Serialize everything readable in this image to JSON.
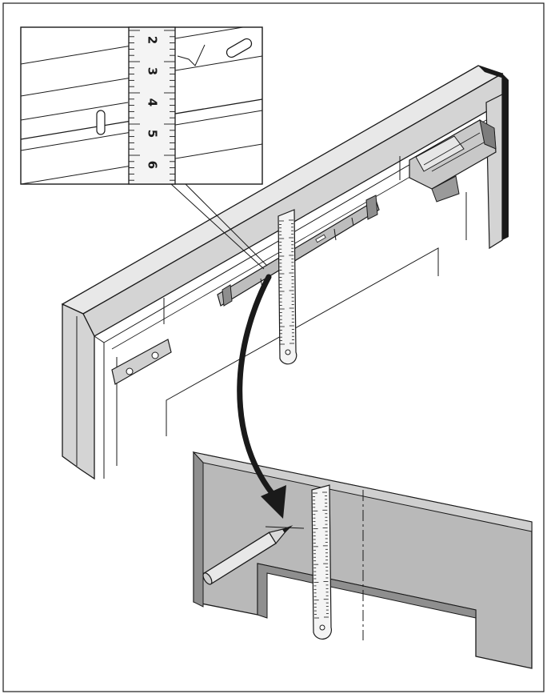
{
  "figure": {
    "inset_ruler_labels": [
      "2",
      "3",
      "4",
      "5",
      "6"
    ],
    "colors": {
      "line": "#1a1a1a",
      "frame_face": "#d4d4d4",
      "frame_top": "#e8e8e8",
      "door_panel": "#b9b9b9",
      "door_edge": "#8f8f8f",
      "ruler": "#f4f4f4",
      "hinge": "#c8c8c8",
      "arrow": "#1a1a1a"
    },
    "icons": [
      "pencil-icon",
      "curved-arrow-icon",
      "ruler-icon",
      "hinge-icon"
    ]
  }
}
